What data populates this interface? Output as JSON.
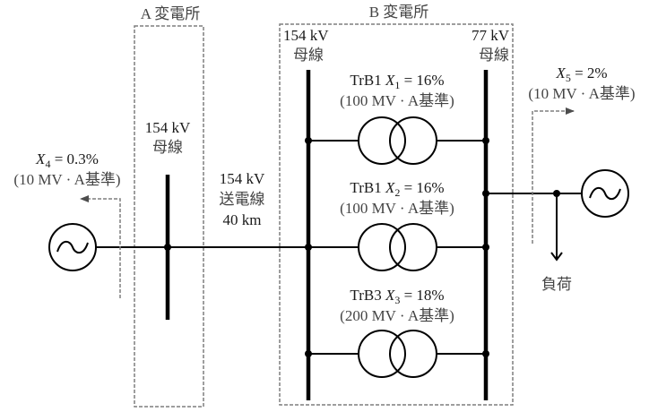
{
  "substations": {
    "a": {
      "title": "A 変電所",
      "bus_voltage": "154 kV",
      "bus_label": "母線"
    },
    "b": {
      "title": "B 変電所",
      "hv_bus_voltage": "154 kV",
      "hv_bus_label": "母線",
      "lv_bus_voltage": "77 kV",
      "lv_bus_label": "母線"
    }
  },
  "line": {
    "voltage": "154 kV",
    "name": "送電線",
    "length": "40 km"
  },
  "transformers": [
    {
      "name": "TrB1",
      "var": "X",
      "sub": "1",
      "value": "= 16%",
      "base": "(100 MV · A基準)"
    },
    {
      "name": "TrB1",
      "var": "X",
      "sub": "2",
      "value": "= 16%",
      "base": "(100 MV · A基準)"
    },
    {
      "name": "TrB3",
      "var": "X",
      "sub": "3",
      "value": "= 18%",
      "base": "(200 MV · A基準)"
    }
  ],
  "sources": {
    "left": {
      "var": "X",
      "sub": "4",
      "value": "= 0.3%",
      "base": "(10 MV · A基準)"
    },
    "right": {
      "var": "X",
      "sub": "5",
      "value": "= 2%",
      "base": "(10 MV · A基準)"
    }
  },
  "load": {
    "label": "負荷"
  },
  "colors": {
    "line": "#000000",
    "dashed": "#7f7f7f",
    "text": "#1a1a1a"
  }
}
